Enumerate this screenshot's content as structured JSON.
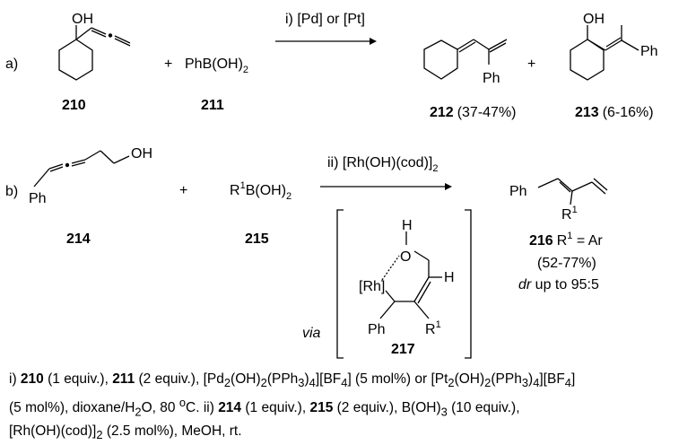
{
  "scheme_a": {
    "label": "a)",
    "reagent_label": "i) [Pd] or [Pt]",
    "plus": "+",
    "c210": {
      "number": "210",
      "oh": "OH"
    },
    "c211": {
      "number": "211",
      "formula_pre": "PhB(OH)",
      "sub": "2"
    },
    "c212": {
      "number": "212",
      "yield": "(37-47%)",
      "ph": "Ph"
    },
    "c213": {
      "number": "213",
      "yield": "(6-16%)",
      "oh": "OH",
      "ph": "Ph"
    }
  },
  "scheme_b": {
    "label": "b)",
    "reagent_pre": "ii) [Rh(OH)(cod)]",
    "reagent_sub": "2",
    "plus": "+",
    "c214": {
      "number": "214",
      "oh": "OH",
      "ph": "Ph"
    },
    "c215": {
      "number": "215",
      "r": "R",
      "sup": "1",
      "formula": "B(OH)",
      "sub": "2"
    },
    "c216": {
      "number": "216",
      "r": "R",
      "sup": "1",
      "eq": " = Ar",
      "yield": "(52-77%)",
      "dr_label": "dr",
      "dr_value": " up to 95:5",
      "ph": "Ph"
    },
    "c217": {
      "number": "217",
      "via": "via",
      "h": "H",
      "o": "O",
      "rh": "[Rh]",
      "ph": "Ph",
      "r": "R",
      "sup": "1",
      "h2": "H"
    }
  },
  "conditions": {
    "l1_a": "i) ",
    "l1_b": "210",
    "l1_c": " (1 equiv.), ",
    "l1_d": "211",
    "l1_e": " (2 equiv.), [Pd",
    "l1_s1": "2",
    "l1_f": "(OH)",
    "l1_s2": "2",
    "l1_g": "(PPh",
    "l1_s3": "3",
    "l1_h": ")",
    "l1_s4": "4",
    "l1_i": "][BF",
    "l1_s5": "4",
    "l1_j": "] (5 mol%) or [Pt",
    "l1_s6": "2",
    "l1_k": "(OH)",
    "l1_s7": "2",
    "l1_l": "(PPh",
    "l1_s8": "3",
    "l1_m": ")",
    "l1_s9": "4",
    "l1_n": "][BF",
    "l1_s10": "4",
    "l1_o": "]",
    "l2_a": "(5 mol%), dioxane/H",
    "l2_s1": "2",
    "l2_b": "O, 80 ",
    "l2_sup": "o",
    "l2_c": "C. ii) ",
    "l2_d": "214",
    "l2_e": " (1 equiv.), ",
    "l2_f": "215",
    "l2_g": " (2 equiv.), B(OH)",
    "l2_s2": "3",
    "l2_h": " (10 equiv.),",
    "l3_a": "[Rh(OH)(cod)]",
    "l3_s1": "2",
    "l3_b": " (2.5 mol%), MeOH, rt."
  }
}
